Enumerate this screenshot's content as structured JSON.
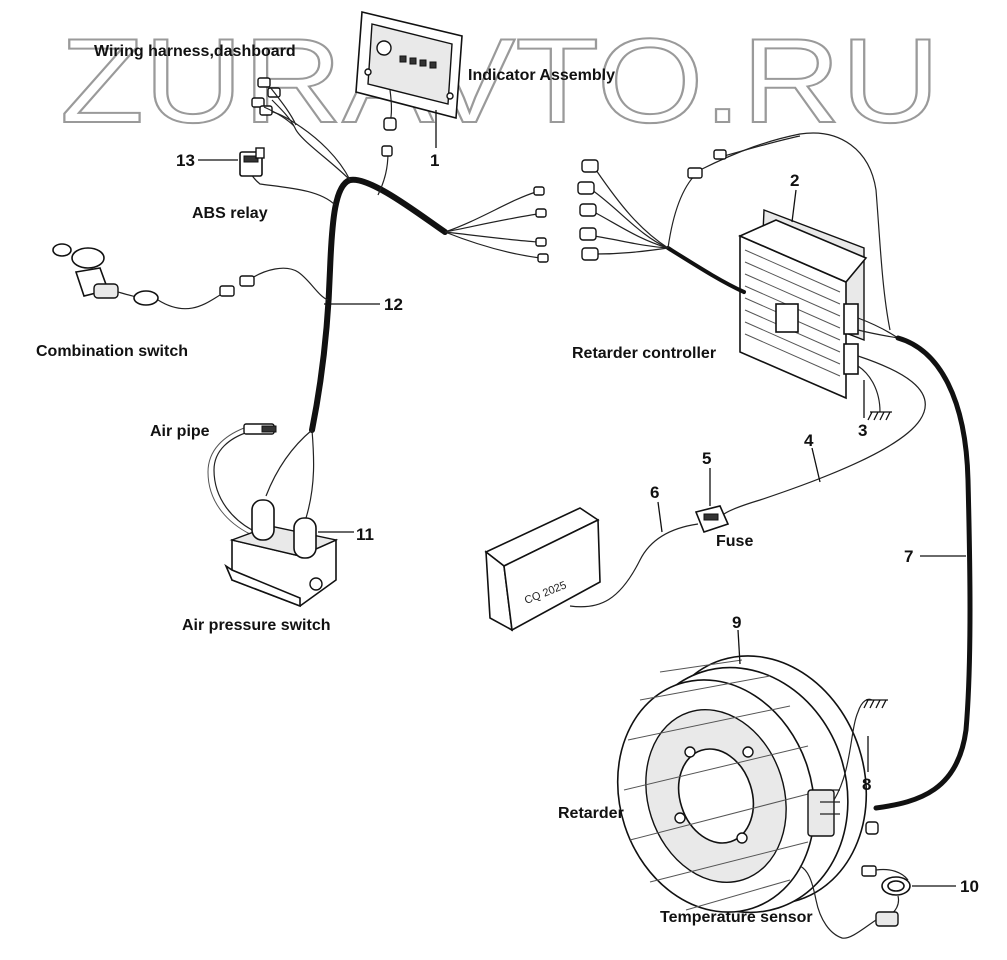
{
  "watermark": "ZURAVTO.RU",
  "labels": {
    "wiring_harness_dashboard": "Wiring harness,dashboard",
    "indicator_assembly": "Indicator Assembly",
    "abs_relay": "ABS relay",
    "combination_switch": "Combination switch",
    "retarder_controller": "Retarder controller",
    "air_pipe": "Air pipe",
    "fuse": "Fuse",
    "air_pressure_switch": "Air pressure switch",
    "retarder": "Retarder",
    "temperature_sensor": "Temperature sensor"
  },
  "numbers": {
    "n1": "1",
    "n2": "2",
    "n3": "3",
    "n4": "4",
    "n5": "5",
    "n6": "6",
    "n7": "7",
    "n8": "8",
    "n9": "9",
    "n10": "10",
    "n11": "11",
    "n12": "12",
    "n13": "13"
  },
  "box_label": "CQ 2025"
}
